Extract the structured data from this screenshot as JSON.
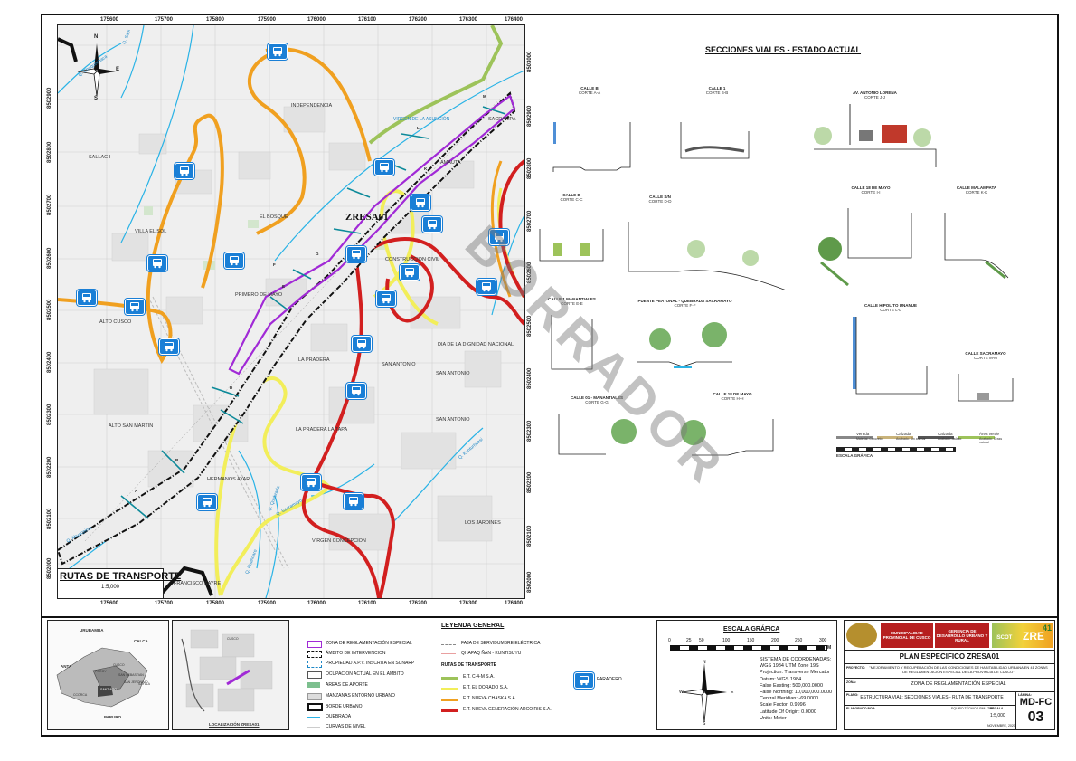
{
  "map": {
    "title": "RUTAS DE TRANSPORTE",
    "scale": "1:5,000",
    "north": "N",
    "south": "S",
    "east": "E",
    "zone_label": "ZRESA01",
    "x_coords": [
      "175600",
      "175700",
      "175800",
      "175900",
      "176000",
      "176100",
      "176200",
      "176300",
      "176400"
    ],
    "y_coords": [
      "8502900",
      "8502800",
      "8502700",
      "8502600",
      "8502500",
      "8502400",
      "8502300",
      "8502200",
      "8502100",
      "8502000"
    ],
    "y_coords_right": [
      "8503000",
      "8502900",
      "8502800",
      "8502700",
      "8502600",
      "8502500",
      "8502400",
      "8502300",
      "8502200",
      "8502100",
      "8502000"
    ],
    "places": {
      "sallac": "SALLAC I",
      "independencia": "INDEPENDENCIA",
      "virgen_asuncion": "VIRGEN DE LA ASUNCIÓN",
      "amauta": "AMAUTA",
      "el_bosque": "EL BOSQUE",
      "villa_sol": "VILLA EL SOL",
      "construccion": "CONSTRUCCION CIVIL",
      "primero_mayo": "PRIMERO DE MAYO",
      "alto_cusco": "ALTO CUSCO",
      "dignidad": "DIA DE LA DIGNIDAD NACIONAL",
      "la_pradera": "LA PRADERA",
      "san_antonio_1": "SAN ANTONIO",
      "san_antonio_2": "SAN ANTONIO",
      "san_antonio_3": "SAN ANTONIO",
      "alto_san_martin": "ALTO SAN MARTIN",
      "pradera_tapa": "LA PRADERA LA TAPA",
      "hermanos_ayar": "HERMANOS AYAR",
      "jardines": "LOS JARDINES",
      "virgen_concepcion": "VIRGEN CONCEPCION",
      "francisco_sayre": "FRANCISCO SAYRE",
      "sacrampa": "SACRAMPA"
    },
    "quebradas": {
      "q1": "Q. Choquechaca",
      "q2": "Q. Sapi",
      "q3": "Q. Ahuacpinta",
      "q4": "Q. Huancaro",
      "q5": "Q. Sacramayo",
      "q6": "Q. Kunturhuasi",
      "q7": "Q. Quebrada"
    },
    "section_letters": [
      "A",
      "B",
      "C",
      "D",
      "E",
      "F",
      "G",
      "K",
      "L",
      "M"
    ]
  },
  "sections": {
    "title": "SECCIONES VIALES - ESTADO ACTUAL",
    "items": [
      {
        "name": "CALLE B",
        "sub": "CORTE A-A"
      },
      {
        "name": "CALLE 1",
        "sub": "CORTE B-B"
      },
      {
        "name": "AV. ANTONIO LORENA",
        "sub": "CORTE J-J"
      },
      {
        "name": "CALLE B",
        "sub": "CORTE C-C"
      },
      {
        "name": "CALLE S/N",
        "sub": "CORTE D-D"
      },
      {
        "name": "CALLE 18 DE MAYO",
        "sub": "CORTE I-I"
      },
      {
        "name": "CALLE MALAMPATA",
        "sub": "CORTE K-K"
      },
      {
        "name": "CALLE 1 MANANTIALES",
        "sub": "CORTE E-E"
      },
      {
        "name": "PUENTE PEATONAL - QUEBRADA SACRAMAYO",
        "sub": "CORTE F-F"
      },
      {
        "name": "CALLE HIPOLITO UNANUE",
        "sub": "CORTE L-L"
      },
      {
        "name": "CALLE SACRAMAYO",
        "sub": "CORTE M-M"
      },
      {
        "name": "CALLE 01 - MANANTIALES",
        "sub": "CORTE G-G"
      },
      {
        "name": "CALLE 18 DE MAYO",
        "sub": "CORTE H-H"
      }
    ],
    "legend": [
      "Vereda",
      "Calzada",
      "Calzada",
      "Área verde"
    ],
    "legend_sub": [
      "Material: Concreto",
      "Acabado: Sin afirmar",
      "Acabado: Asfalto",
      "Acabado: Grass natural"
    ],
    "scale_label": "ESCALA GRÁFICA"
  },
  "watermark": "BORRADOR",
  "location_maps": {
    "regions": [
      "URUBAMBA",
      "CALCA",
      "ANTA",
      "CUSCO",
      "POROY",
      "SAN SEBASTIAN",
      "SAN JERONIMO",
      "SANTIAGO",
      "SAYLLA",
      "CCORCA",
      "PARURO"
    ],
    "localizacion": "LOCALIZACIÓN ZRESA01",
    "cusco": "CUSCO"
  },
  "legend": {
    "title": "LEYENDA GENERAL",
    "left": [
      "ZONA DE REGLAMENTACIÓN ESPECIAL",
      "ÁMBITO DE INTERVENCION",
      "PROPIEDAD A.P.V. INSCRITA EN SUNARP",
      "OCUPACION ACTUAL EN EL ÁMBITO",
      "AREAS DE APORTE",
      "MANZANAS ENTORNO URBANO",
      "BORDE URBANO",
      "QUEBRADA",
      "CURVAS DE NIVEL"
    ],
    "right": [
      "FAJA DE SERVIDUMBRE ELÉCTRICA",
      "QHAPAQ ÑAN - KUNTISUYU"
    ],
    "routes_title": "RUTAS DE TRANSPORTE",
    "routes": [
      {
        "label": "E.T. C-4-M S.A.",
        "color": "#9dc35a"
      },
      {
        "label": "E.T. EL DORADO S.A.",
        "color": "#f2ee5a"
      },
      {
        "label": "E.T. NUEVA CHASKA S.A.",
        "color": "#f0a020"
      },
      {
        "label": "E.T. NUEVA GENERACIÓN ARCOIRIS S.A.",
        "color": "#d21f1f"
      }
    ],
    "paradero": "PARADERO"
  },
  "scale_block": {
    "title": "ESCALA GRÁFICA",
    "ticks": [
      "0",
      "25",
      "50",
      "100",
      "150",
      "200",
      "250",
      "300"
    ],
    "unit": "M",
    "info": [
      "SISTEMA DE COORDENADAS:",
      "WGS 1984 UTM Zone 19S",
      "Projection: Transverse Mercator",
      "Datum: WGS 1984",
      "False Easting: 500,000.0000",
      "False Northing: 10,000,000.0000",
      "Central Meridian: -69.0000",
      "Scale Factor: 0.9996",
      "Latitude Of Origin: 0.0000",
      "Units: Meter"
    ]
  },
  "title_block": {
    "muni": "MUNICIPALIDAD PROVINCIAL DE CUSCO",
    "gerencia": "GERENCIA DE DESARROLLO URBANO Y RURAL",
    "plan": "PLAN ESPECIFICO ZRESA01",
    "proyecto_label": "PROYECTO:",
    "proyecto": "\"MEJORAMIENTO Y RECUPERACIÓN DE LAS CONDICIONES DE HABITABILIDAD URBANA EN 41 ZONAS DE REGLAMENTACIÓN ESPECIAL DE LA PROVINCIA DE CUSCO\"",
    "zona_label": "ZONA:",
    "zona": "ZONA DE REGLAMENTACIÓN ESPECIAL",
    "plano_label": "PLANO:",
    "plano": "ESTRUCTURA VIAL: SECCIONES VIALES - RUTA DE TRANSPORTE",
    "code_label": "LÁMINA:",
    "code": "MD-FC",
    "number": "03",
    "escala_label": "ESCALA",
    "escala": "1:5,000",
    "fecha": "NOVIEMBRE, 2020",
    "elaborado": "ELABORADO POR:",
    "equipo": "EQUIPO TÉCNICO PMU ZRE",
    "logo_text": "ZRE",
    "logo_num": "41",
    "iscot": "iSCOT"
  }
}
